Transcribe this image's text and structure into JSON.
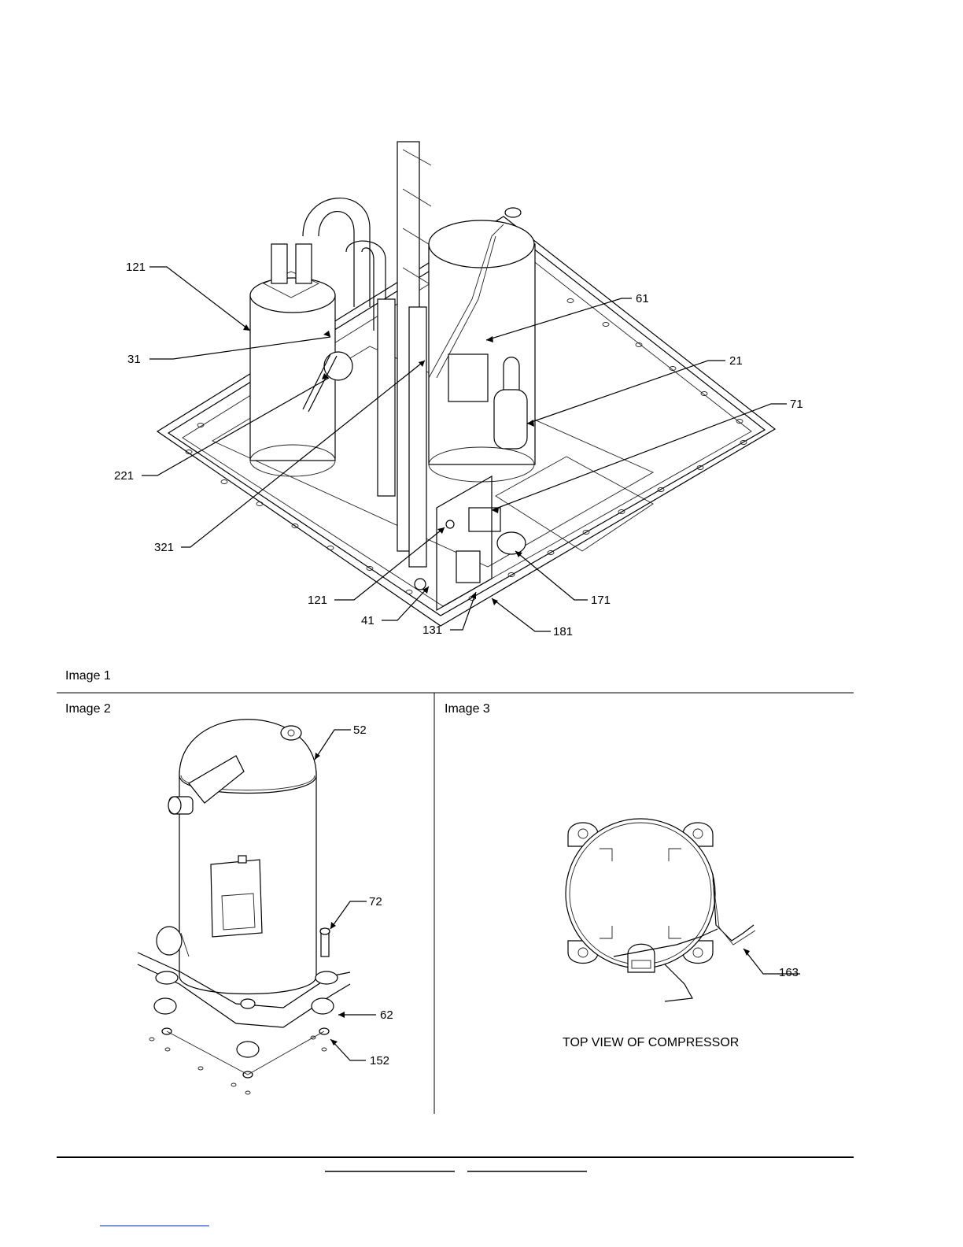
{
  "panels": {
    "image1": "Image 1",
    "image2": "Image 2",
    "image3": "Image 3"
  },
  "image1_callouts": {
    "c121a": "121",
    "c31": "31",
    "c221": "221",
    "c321": "321",
    "c121b": "121",
    "c41": "41",
    "c131": "131",
    "c181": "181",
    "c171": "171",
    "c71": "71",
    "c21": "21",
    "c61": "61"
  },
  "image2_callouts": {
    "c52": "52",
    "c72": "72",
    "c62": "62",
    "c152": "152"
  },
  "image3_callouts": {
    "c163": "163"
  },
  "image3_caption": "TOP VIEW  OF COMPRESSOR"
}
